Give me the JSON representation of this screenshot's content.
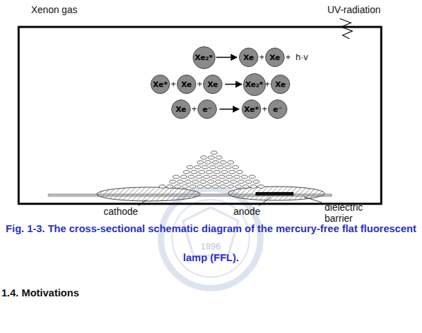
{
  "diagram": {
    "caption": "Fig. 1-3. The cross-sectional schematic diagram of the mercury-free flat fluorescent lamp (FFL).",
    "nodes": [
      {
        "text": [
          "Xe₂*"
        ]
      },
      {
        "text": [
          "Xe"
        ]
      },
      {
        "text": [
          "Xe"
        ]
      },
      {
        "text": [
          "Xe*"
        ]
      },
      {
        "text": [
          "Xe"
        ]
      },
      {
        "text": [
          "Xe"
        ]
      },
      {
        "text": [
          "Xe₂*"
        ]
      },
      {
        "text": [
          "Xe"
        ]
      },
      {
        "text": [
          "Xe"
        ]
      },
      {
        "text": [
          "e⁻"
        ]
      },
      {
        "text": [
          "Xe*"
        ]
      },
      {
        "text": [
          "e⁻"
        ]
      }
    ],
    "labels": [
      "Xenon gas",
      "UV-radiation",
      "+",
      "+",
      "h·v",
      "+",
      "+",
      "+",
      "+",
      "+",
      "cathode",
      "anode",
      "dielectric barrier",
      "1896",
      "1.4. Motivations"
    ]
  }
}
